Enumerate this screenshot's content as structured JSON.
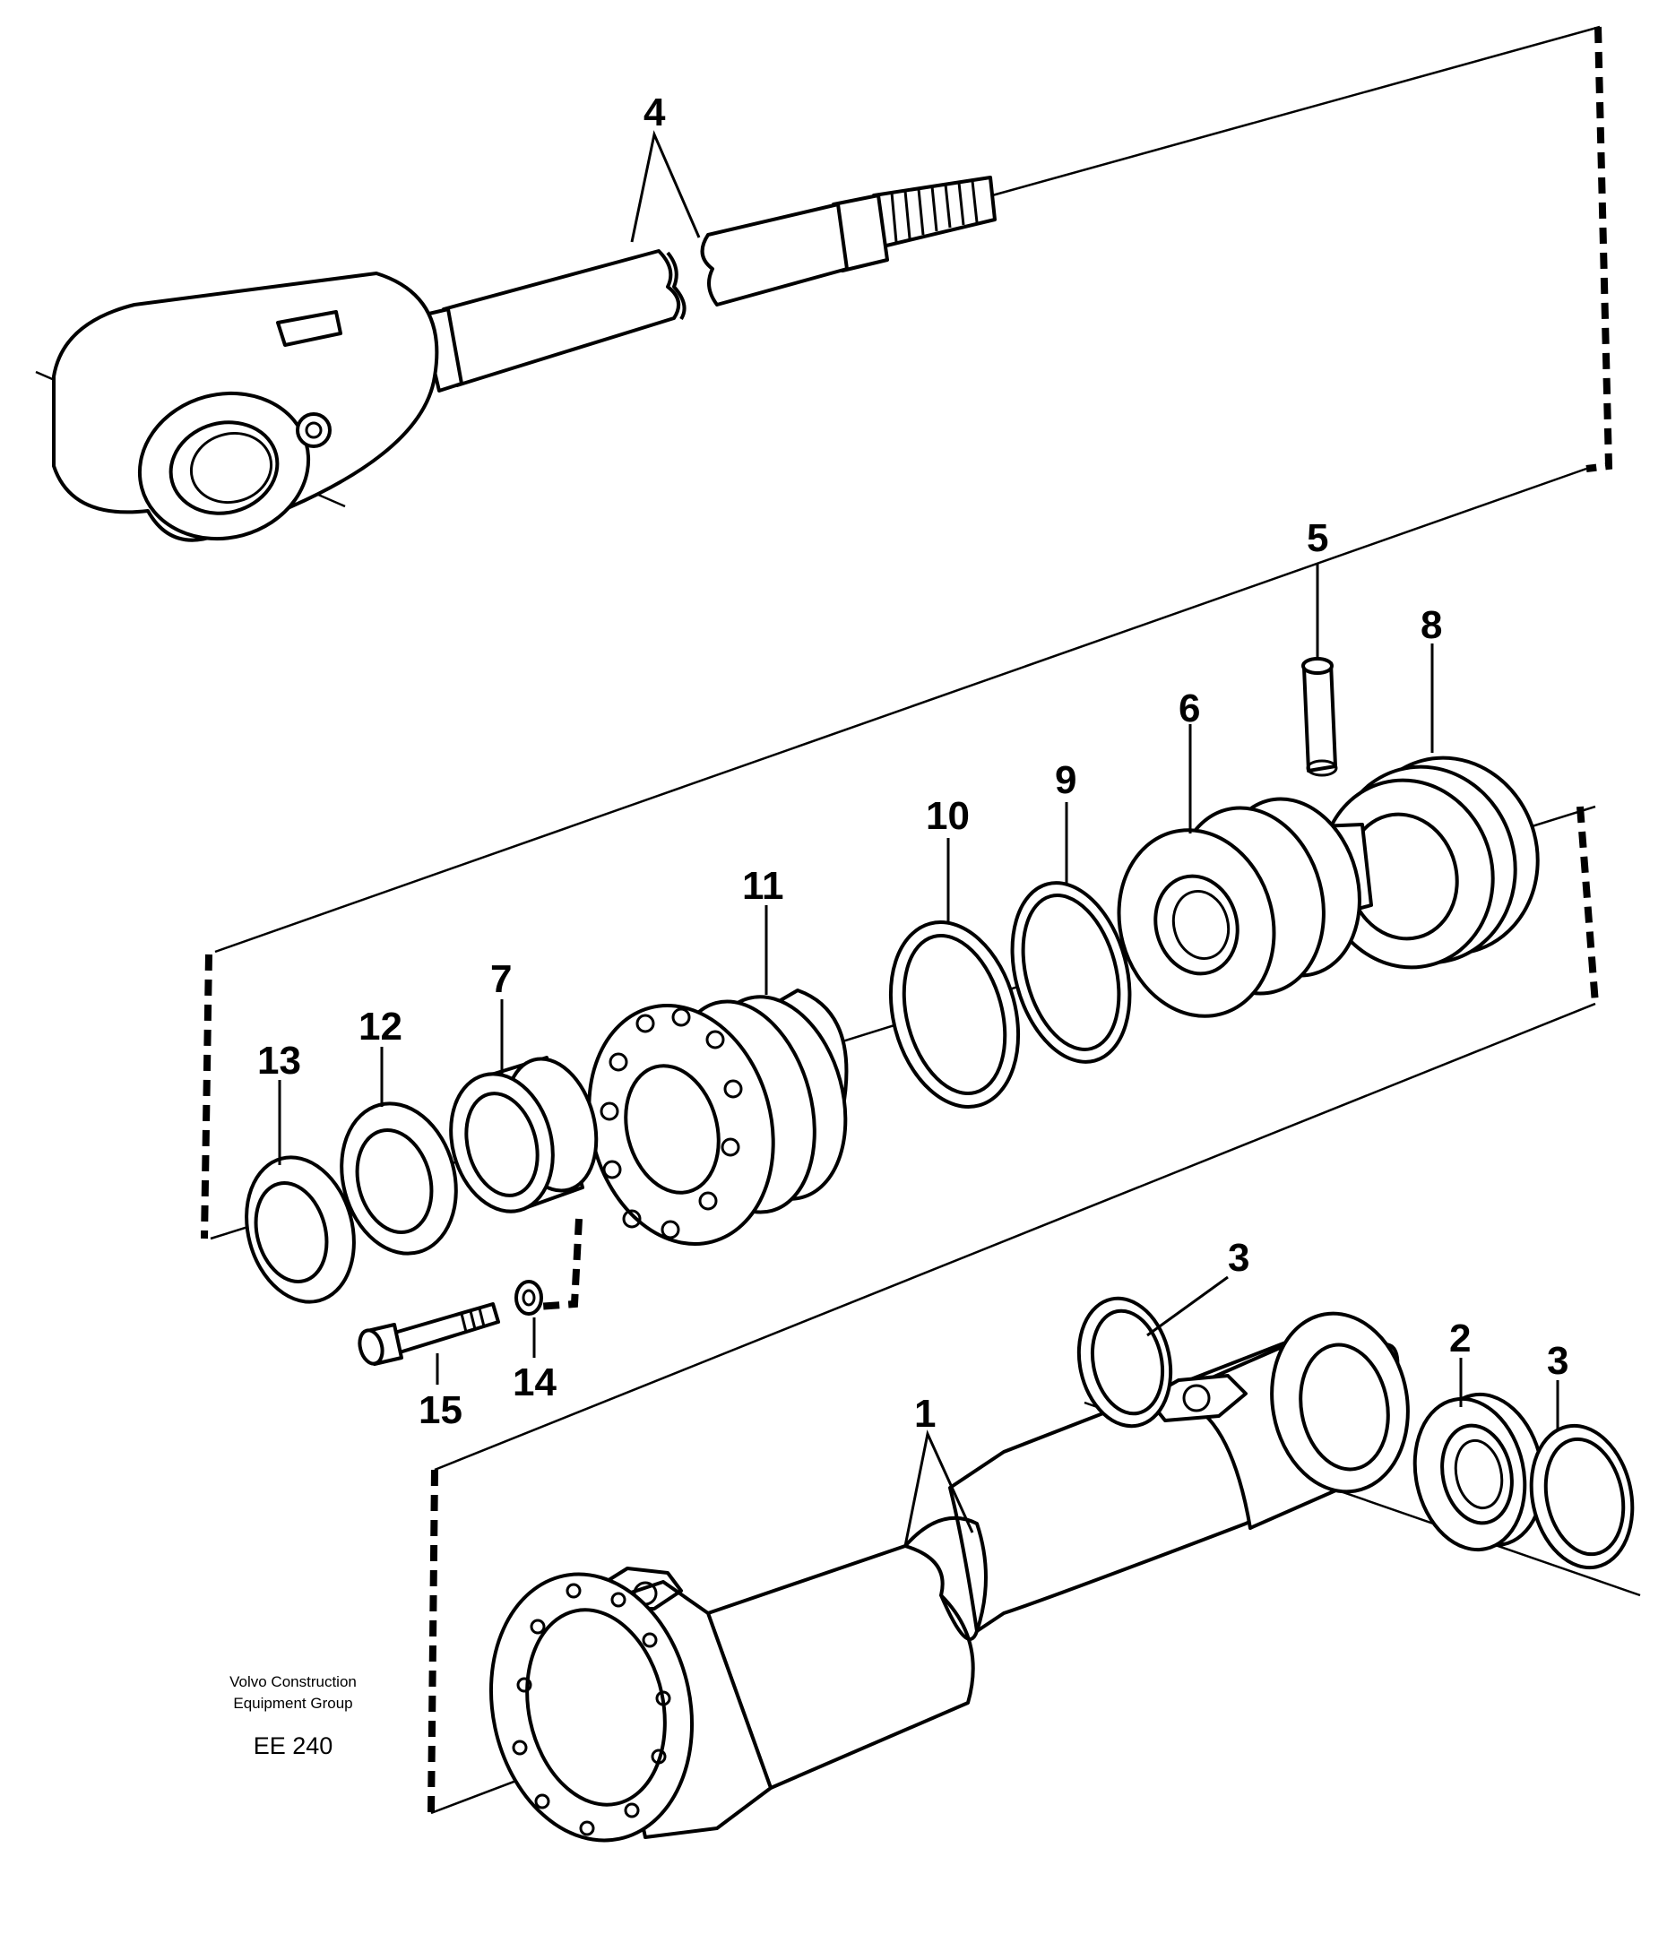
{
  "diagram": {
    "credit_line1": "Volvo Construction",
    "credit_line2": "Equipment Group",
    "code": "EE 240",
    "labels": {
      "p1": "1",
      "p2": "2",
      "p3a": "3",
      "p3b": "3",
      "p4": "4",
      "p5": "5",
      "p6": "6",
      "p7": "7",
      "p8": "8",
      "p9": "9",
      "p10": "10",
      "p11": "11",
      "p12": "12",
      "p13": "13",
      "p14": "14",
      "p15": "15"
    }
  }
}
